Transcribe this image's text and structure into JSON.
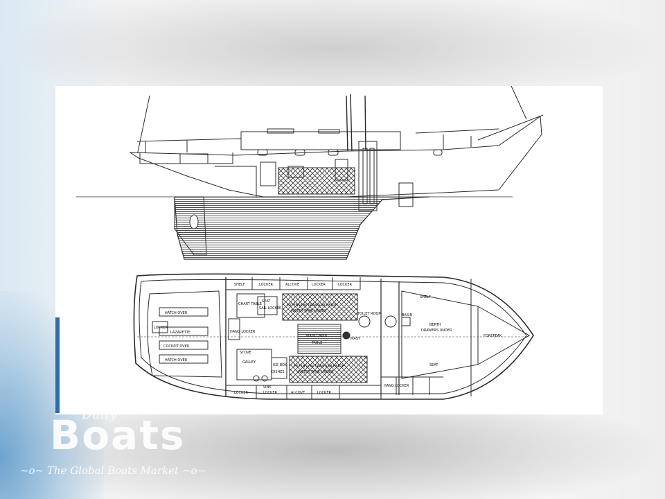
{
  "watermark": {
    "brand_small": "Daily",
    "brand_large": "Boats",
    "tagline": "The Global Boats Market",
    "tagline_left_ornament": "~o~",
    "tagline_right_ornament": "~o~"
  },
  "labels": {
    "cockpit": {
      "hatch_over_1": "HATCH OVER",
      "locker": "LOCKER",
      "lazarette": "LAZARETTE",
      "cockpit_over": "COCKPIT OVER",
      "hatch_over_2": "HATCH OVER"
    },
    "aft_cabin": {
      "chart_table": "CHART TABLE",
      "seat": "SEAT",
      "sail_locker": "SAIL LOCKER",
      "galley": "GALLEY",
      "stove": "STOVE",
      "ice_box": "ICE BOX",
      "dishes": "DISHES",
      "hanging_locker": "HANG LOCKER",
      "sink": "SINK"
    },
    "main_cabin": {
      "extension_transom_berth_1": "EXTENSION TRANSOM BERTH",
      "water_tank_under_1": "WATER TANK UNDER",
      "main_cabin": "MAIN CABIN",
      "table": "TABLE",
      "extension_transom_berth_2": "EXTENSION TRANSOM BERTH",
      "water_tank_under_2": "WATER TANK UNDER",
      "mast": "MAST"
    },
    "top_lockers": [
      "SHELF",
      "LOCKER",
      "ALCOVE",
      "LOCKER",
      "LOCKER"
    ],
    "bottom_lockers": [
      "LOCKER",
      "LOCKER",
      "ALCOVE",
      "LOCKER"
    ],
    "forward": {
      "toilet_room": "TOILET ROOM",
      "shelf": "SHELF",
      "berth": "BERTH",
      "drawers_under": "DRAWERS UNDER",
      "seat": "SEAT",
      "forepeak": "FOREPEAK",
      "wash_basin": "BASIN",
      "hanging_locker": "HANG LOCKER"
    }
  },
  "colors": {
    "ink": "#2a2a2a",
    "accent_blue": "#2f6fa6",
    "watermark_white": "#ffffff"
  }
}
